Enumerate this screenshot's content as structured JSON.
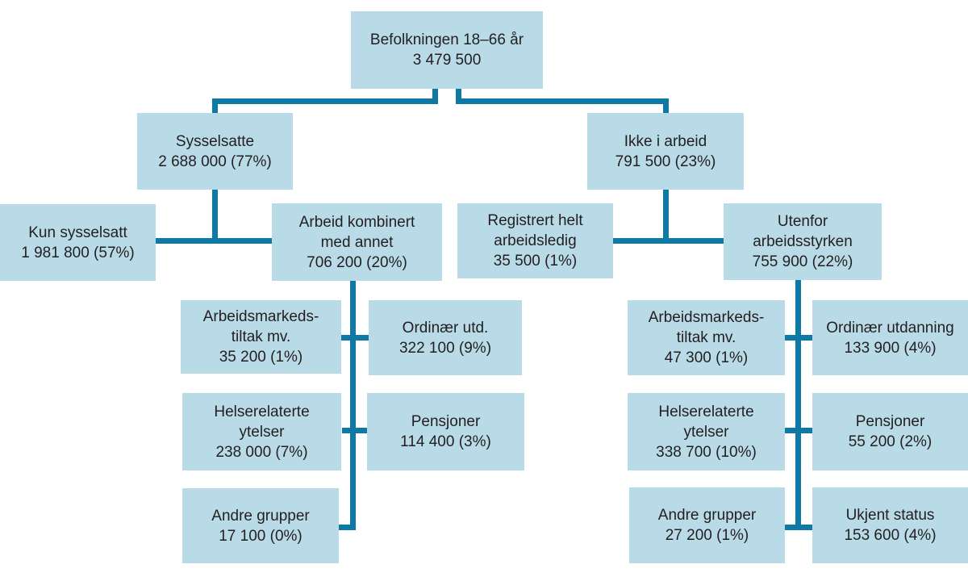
{
  "diagram": {
    "type": "hierarchy-flowchart",
    "background_color": "#ffffff",
    "box_fill_color": "#b9dbe8",
    "line_color": "#0e79a4",
    "text_color": "#231f20"
  },
  "nodes": {
    "root": {
      "label": "Befolkningen 18–66 år",
      "value": "3 479 500"
    },
    "sysselsatte": {
      "label": "Sysselsatte",
      "value": "2 688 000  (77%)"
    },
    "ikke_i_arbeid": {
      "label": "Ikke i arbeid",
      "value": "791 500 (23%)"
    },
    "kun_sysselsatt": {
      "label": "Kun sysselsatt",
      "value": "1 981 800 (57%)"
    },
    "arbeid_kombinert": {
      "label": "Arbeid kombinert\nmed annet",
      "value": "706 200 (20%)"
    },
    "registrert_ledig": {
      "label": "Registrert helt\narbeidsledig",
      "value": "35 500 (1%)"
    },
    "utenfor_styrken": {
      "label": "Utenfor\narbeidsstyrken",
      "value": "755 900 (22%)"
    },
    "tiltak_venstre": {
      "label": "Arbeidsmarkeds-\ntiltak mv.",
      "value": "35 200 (1%)"
    },
    "ordinaer_utd": {
      "label": "Ordinær utd.",
      "value": "322 100 (9%)"
    },
    "helse_venstre": {
      "label": "Helserelaterte\nytelser",
      "value": "238 000 (7%)"
    },
    "pensjoner_venstre": {
      "label": "Pensjoner",
      "value": "114 400 (3%)"
    },
    "andre_venstre": {
      "label": "Andre grupper",
      "value": "17 100  (0%)"
    },
    "tiltak_hoyre": {
      "label": "Arbeidsmarkeds-\ntiltak mv.",
      "value": "47 300 (1%)"
    },
    "ordinaer_utdanning": {
      "label": "Ordinær utdanning",
      "value": "133 900 (4%)"
    },
    "helse_hoyre": {
      "label": "Helserelaterte\nytelser",
      "value": "338 700 (10%)"
    },
    "pensjoner_hoyre": {
      "label": "Pensjoner",
      "value": "55 200 (2%)"
    },
    "andre_hoyre": {
      "label": "Andre grupper",
      "value": "27 200 (1%)"
    },
    "ukjent_status": {
      "label": "Ukjent status",
      "value": "153 600 (4%)"
    }
  }
}
